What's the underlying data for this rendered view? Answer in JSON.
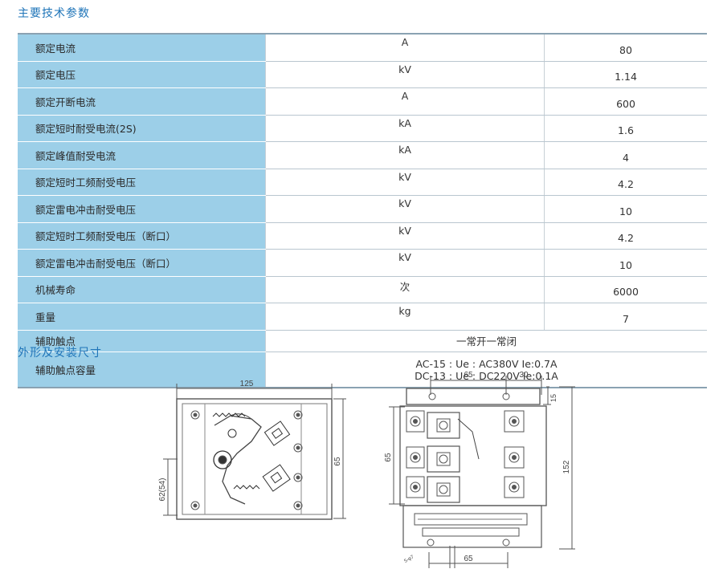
{
  "sections": {
    "specs_title": "主要技术参数",
    "dimensions_title": "外形及安装尺寸"
  },
  "specs": [
    {
      "name": "额定电流",
      "unit": "A",
      "value": "80"
    },
    {
      "name": "额定电压",
      "unit": "kV",
      "value": "1.14"
    },
    {
      "name": "额定开断电流",
      "unit": "A",
      "value": "600"
    },
    {
      "name": "额定短时耐受电流(2S)",
      "unit": "kA",
      "value": "1.6"
    },
    {
      "name": "额定峰值耐受电流",
      "unit": "kA",
      "value": "4"
    },
    {
      "name": "额定短时工频耐受电压",
      "unit": "kV",
      "value": "4.2"
    },
    {
      "name": "额定雷电冲击耐受电压",
      "unit": "kV",
      "value": "10"
    },
    {
      "name": "额定短时工频耐受电压（断口）",
      "unit": "kV",
      "value": "4.2"
    },
    {
      "name": "额定雷电冲击耐受电压（断口）",
      "unit": "kV",
      "value": "10"
    },
    {
      "name": "机械寿命",
      "unit": "次",
      "value": "6000"
    },
    {
      "name": "重量",
      "unit": "kg",
      "value": "7"
    }
  ],
  "aux_contacts": {
    "name": "辅助触点",
    "value": "一常开一常闭"
  },
  "aux_capacity": {
    "name": "辅助触点容量",
    "line1": "AC-15 : Ue : AC380V   Ie:0.7A",
    "line2": "DC-13 : Ue : DC220V   Ie:0.1A"
  },
  "drawing_left": {
    "dim_width": "125",
    "dim_height": "65",
    "dim_side": "62(54)"
  },
  "drawing_right": {
    "dim_top_a": "65",
    "dim_top_b": "30",
    "dim_small": "15",
    "dim_height": "152",
    "dim_left": "65",
    "dim_bottom": "65",
    "label_small": "5-φ7"
  }
}
